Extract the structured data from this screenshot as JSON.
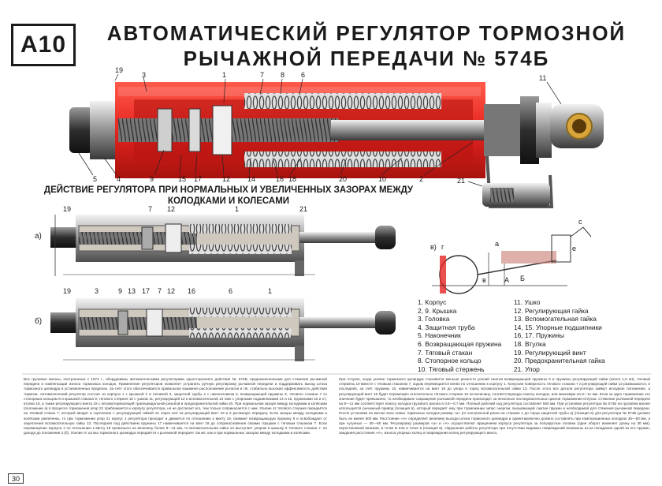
{
  "poster": {
    "code": "А10",
    "title_line1": "АВТОМАТИЧЕСКИЙ РЕГУЛЯТОР ТОРМОЗНОЙ",
    "title_line2": "РЫЧАЖНОЙ ПЕРЕДАЧИ № 574Б",
    "subtitle_line1": "ДЕЙСТВИЕ РЕГУЛЯТОРА ПРИ НОРМАЛЬНЫХ И УВЕЛИЧЕННЫХ ЗАЗОРАХ МЕЖДУ",
    "subtitle_line2": "КОЛОДКАМИ И КОЛЕСАМИ",
    "page_number": "30",
    "colors": {
      "section_red": "#e52420",
      "metal_gray": "#8a8a8a",
      "brass": "#d9a53a",
      "text": "#1a1a1a"
    }
  },
  "main_callouts": {
    "top": [
      "19",
      "3",
      "1",
      "7",
      "8",
      "6",
      "11"
    ],
    "bottom": [
      "5",
      "4",
      "9",
      "15",
      "17",
      "12",
      "14",
      "16",
      "18",
      "20",
      "10",
      "2",
      "21"
    ]
  },
  "view_a": {
    "label": "а)",
    "callouts": [
      "19",
      "7",
      "12",
      "1",
      "21"
    ]
  },
  "view_b": {
    "label": "б)",
    "callouts": [
      "19",
      "3",
      "9",
      "13",
      "17",
      "7",
      "12",
      "16",
      "6",
      "1"
    ]
  },
  "scheme": {
    "labels": [
      "в)",
      "с",
      "а",
      "в",
      "Б",
      "г",
      "е",
      "А"
    ]
  },
  "legend": {
    "left": [
      "1. Корпус",
      "2, 9. Крышка",
      "3. Головка",
      "4. Защитная труба",
      "5. Наконечник",
      "6. Возвращающая пружина",
      "7. Тяговый стакан",
      "8. Стопорное кольцо",
      "10. Тяговый стержень"
    ],
    "right": [
      "11. Ушко",
      "12. Регулирующая гайка",
      "13. Вспомогательная гайка",
      "14, 15. Упорные подшипники",
      "16, 17. Пружины",
      "18. Втулка",
      "19. Регулирующий винт",
      "20. Предохранительная гайка",
      "21. Упор"
    ]
  },
  "description": {
    "left": "Все грузовые вагоны, построенные с 1974 г., оборудованы автоматическими регуляторами одностороннего действия № 574Б, предназначенными для стяжения рычажной передачи и компенсации износа тормозных колодок. Применение регуляторов позволяет устранить ручную регулировку рычажной передачи и поддерживать выход штока тормозного цилиндра в установленных пределах. За счёт этого обеспечивается правильное взаимное расположение рычагов и тяг, стабильно высокая эффективность действия тормоза. Автоматический регулятор состоит из корпуса 1 с крышкой 2 и головкой 3, защитной трубы 4 с наконечником 5, возвращающей пружины 6, тягового стакана 7 со стопорным кольцом 8 и крышкой стакана 9, тягового стержня 10 с ушком 11, регулирующей 12 и вспомогательной 13 гаек с упорными подшипниками 14 и 15, пружинами 16 и 17, втулки 18, а также регулирующего винта 19 с несамотормозящей трапецеидальной резьбой и предохранительной гайки 20. При нормальном зазоре между колодками и колёсами (положение а) в процессе торможения упор 21 приближается к корпусу регулятора, но не достигает его, тем только соприкасается с ним. Усилие от тягового стержня передаётся на тяговый стакан 7, который вводит в сцепление с регулирующей гайкой 12 через неё на регулирующий винт 19 и в рычажную передачу. Если зазоры между колодками и колёсами увеличены, то при торможении упор 21 корпус 1 регулятора проходит и движется по отношению к винту 19, сжимает возвращающую пружину 6 и освобождает от зацепления вспомогательную гайку 13. Последняя под действием пружины 17 навинчивается на винт 19 до соприкосновения своими торцами с тяговым стаканом 7. Если перемещение корпуса 1 по отношению к винту 19 произошло на величину более 8—11 мм, то вспомогательная гайка 13 выступает упором в крышку 9 тягового стакана 7, не доходя до положения 3 (б). Усилие от штока тормозного цилиндра передаётся к рычажной передаче так же, как и при нормальных зазорах между колодками и колёсами.",
    "right": "При отпуске, когда усилие тормозного цилиндра становится меньше разности усилий сжатия возвращающей пружины 6 и пружины регулирующей гайки (около 1,0 кН), тяговый стержень 10 вместе с тяговым стаканом 7, ходом перемещается влево по отношению к корпусу 1. Конусная поверхность тягового стакана 7 и регулирующей гайки 12 размыкаются, и последняя, за счёт пружины 16, навинчивается на винт 19 до упора в торец вспомогательной гайки 13. После этого все детали регулятора займут исходное положение, а регулирующий винт 19 будет перемещён относительно тягового стержня 10 на величину, соответствующую износу колодок, или максимум на 8—11 мм. Если за одно торможение это значение будет превышено, то необходимое сокращение рычажной передачи происходит за несколько последовательных циклов торможения-отпуска. Стяжение рычажной передачи на 8—11 мм соответствует износу колодок грузового вагона в 0,5—0,7 мм. Полный рабочий ход регулятора составляет 550 мм. При установке регулятора № 574Б на грузовом вагоне используется рычажный привод (позиция в), который передаёт ему при торможении запас энергии, вызывающей сжатие пружин и необходимой для стяжения рычажной передачи. После установки на вагоне всех новых тормозных колодок размер «а» (от контрольной риски на стержне 1 до торца защитной трубы а) (позиция в) для регулятора № 574Б должен быть не менее 500 мм. Расстояние «А» определяет величину выхода штока тормозного цилиндра и ориентировочно должно составлять при композиционных колодках 35—50 мм, а при чугунных — 40—60 мм. Регулировку размеров «а» и «А» осуществляют вращением корпуса регулятора за полукруглые головки (один оборот изменяет длину на 30 мм), перестановкой валиков, в точке Б или в точке в (позиция в). Нарушения работы регулятора при отсутствии видимых повреждений возможны из-за попадания одной из его пружин, заедания расстояния «А», износа упорных колец и повреждения колец регулирующего винта."
  }
}
